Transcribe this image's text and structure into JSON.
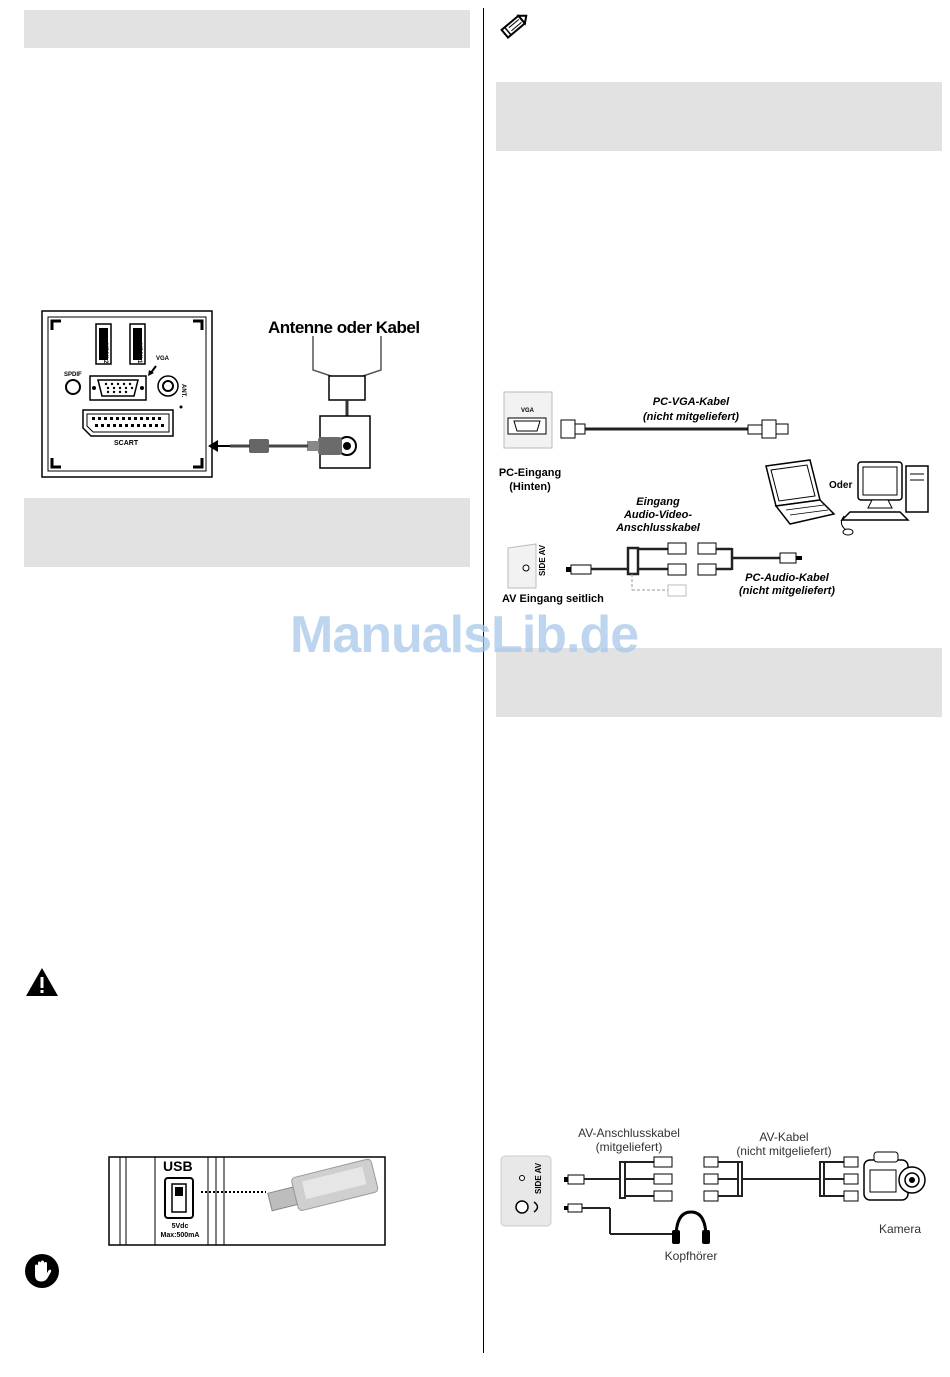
{
  "watermark": "ManualsLib.de",
  "antenna_diagram": {
    "title": "Antenne oder Kabel",
    "hdmi2": "HDMI 2",
    "hdmi1": "HDMI 1",
    "vga": "VGA",
    "spdif": "SPDIF",
    "ant": "ANT.",
    "scart": "SCART"
  },
  "pc_diagram": {
    "vga_port": "VGA",
    "pc_input_line1": "PC-Eingang",
    "pc_input_line2": "(Hinten)",
    "vga_cable_line1": "PC-VGA-Kabel",
    "vga_cable_line2": "(nicht mitgeliefert)",
    "or": "Oder",
    "av_cable_line1": "Eingang",
    "av_cable_line2": "Audio-Video-",
    "av_cable_line3": "Anschlusskabel",
    "side_av": "SIDE AV",
    "av_side_input": "AV Eingang seitlich",
    "audio_cable_line1": "PC-Audio-Kabel",
    "audio_cable_line2": "(nicht mitgeliefert)"
  },
  "usb_diagram": {
    "usb": "USB",
    "power_line1": "5Vdc",
    "power_line2": "Max:500mA"
  },
  "av_diagram": {
    "side_av": "SIDE AV",
    "av_connect_line1": "AV-Anschlusskabel",
    "av_connect_line2": "(mitgeliefert)",
    "av_cable_line1": "AV-Kabel",
    "av_cable_line2": "(nicht mitgeliefert)",
    "headphones": "Kopfhörer",
    "camera": "Kamera"
  }
}
